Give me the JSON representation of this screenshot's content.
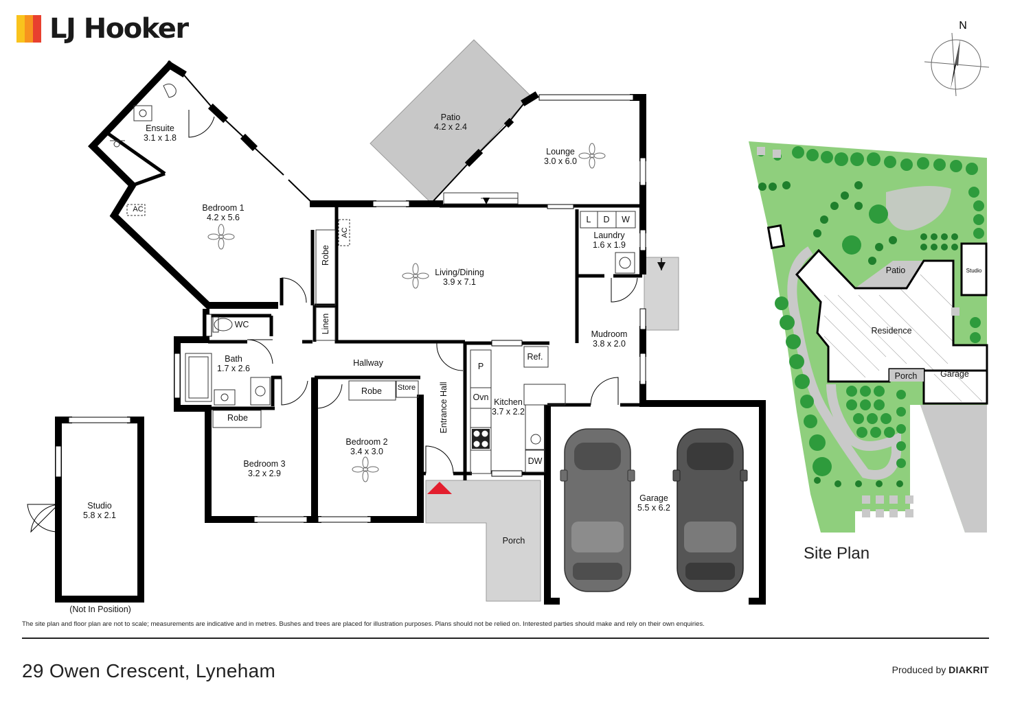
{
  "brand": {
    "name": "LJ Hooker",
    "bar_colors": [
      "#f9c31d",
      "#f7931e",
      "#e8402f"
    ]
  },
  "compass": {
    "north_label": "N"
  },
  "rooms": {
    "ensuite": {
      "name": "Ensuite",
      "dims": "3.1 x 1.8"
    },
    "bedroom1": {
      "name": "Bedroom 1",
      "dims": "4.2 x 5.6"
    },
    "patio": {
      "name": "Patio",
      "dims": "4.2 x 2.4"
    },
    "lounge": {
      "name": "Lounge",
      "dims": "3.0 x 6.0"
    },
    "living": {
      "name": "Living/Dining",
      "dims": "3.9 x 7.1"
    },
    "laundry": {
      "name": "Laundry",
      "dims": "1.6 x 1.9"
    },
    "mudroom": {
      "name": "Mudroom",
      "dims": "3.8 x 2.0"
    },
    "bath": {
      "name": "Bath",
      "dims": "1.7 x 2.6"
    },
    "kitchen": {
      "name": "Kitchen",
      "dims": "3.7 x 2.2"
    },
    "bedroom2": {
      "name": "Bedroom 2",
      "dims": "3.4 x 3.0"
    },
    "bedroom3": {
      "name": "Bedroom 3",
      "dims": "3.2 x 2.9"
    },
    "garage": {
      "name": "Garage",
      "dims": "5.5 x 6.2"
    },
    "studio": {
      "name": "Studio",
      "dims": "5.8 x 2.1"
    }
  },
  "labels": {
    "ac": "AC",
    "robe": "Robe",
    "wc": "WC",
    "linen": "Linen",
    "hallway": "Hallway",
    "store": "Store",
    "entrance_hall": "Entrance Hall",
    "porch": "Porch",
    "pantry": "P",
    "oven": "Ovn",
    "fridge": "Ref.",
    "dishwasher": "DW",
    "laundry_l": "L",
    "laundry_d": "D",
    "laundry_w": "W",
    "not_in_position": "(Not In Position)"
  },
  "site_plan": {
    "title": "Site Plan",
    "patio": "Patio",
    "studio": "Studio",
    "residence": "Residence",
    "porch": "Porch",
    "garage": "Garage",
    "colors": {
      "lawn": "#8fcf7d",
      "tree": "#2e9b3c",
      "paving": "#c9c9c9"
    }
  },
  "footer": {
    "disclaimer": "The site plan and floor plan are not to scale; measurements are indicative and in metres. Bushes and trees are placed for illustration purposes. Plans should not be relied on. Interested parties should make and rely on their own enquiries.",
    "address": "29 Owen Crescent, Lyneham",
    "produced_by": "Produced by",
    "producer": "DIAKRIT"
  },
  "colors": {
    "wall": "#000000",
    "patio": "#c8c8c8",
    "car": "#6e6e6e",
    "entry_marker": "#e31e2e"
  }
}
